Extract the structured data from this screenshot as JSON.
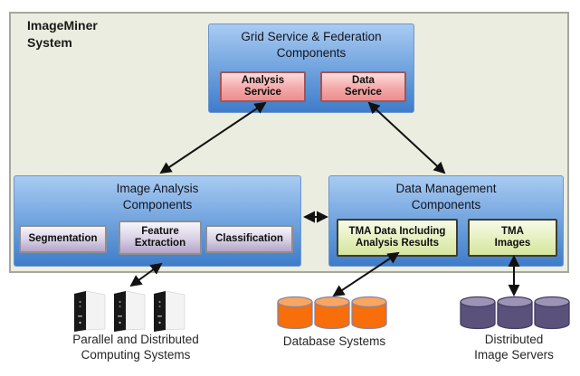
{
  "diagram": {
    "system_label": "ImageMiner\nSystem",
    "grid_box": {
      "title": "Grid Service & Federation\nComponents",
      "services": [
        {
          "label": "Analysis\nService"
        },
        {
          "label": "Data\nService"
        }
      ]
    },
    "image_analysis_box": {
      "title": "Image Analysis\nComponents",
      "modules": [
        {
          "label": "Segmentation"
        },
        {
          "label": "Feature\nExtraction"
        },
        {
          "label": "Classification"
        }
      ]
    },
    "data_management_box": {
      "title": "Data Management\nComponents",
      "stores": [
        {
          "label": "TMA Data Including\nAnalysis Results"
        },
        {
          "label": "TMA\nImages"
        }
      ]
    },
    "external_resources": [
      {
        "icon": "server-towers-icon",
        "label": "Parallel and Distributed\nComputing Systems"
      },
      {
        "icon": "database-cylinders-orange-icon",
        "label": "Database Systems"
      },
      {
        "icon": "database-cylinders-purple-icon",
        "label": "Distributed\nImage Servers"
      }
    ],
    "colors": {
      "system_panel_bg": "#EAEDDF",
      "component_blue_top": "#A9CBF2",
      "component_blue_bottom": "#3E7CC9",
      "service_pink_top": "#FBDCDC",
      "service_pink_bottom": "#EE8C8C",
      "module_lavender_top": "#F7F5FA",
      "module_lavender_bottom": "#B2A4C8",
      "store_green_top": "#F7FBE8",
      "store_green_bottom": "#D5E59E",
      "db_orange_body": "#F76E0A",
      "db_orange_top": "#F9A660",
      "db_purple_body": "#5B527B",
      "db_purple_top": "#9B94B4",
      "arrow": "#111111"
    }
  }
}
